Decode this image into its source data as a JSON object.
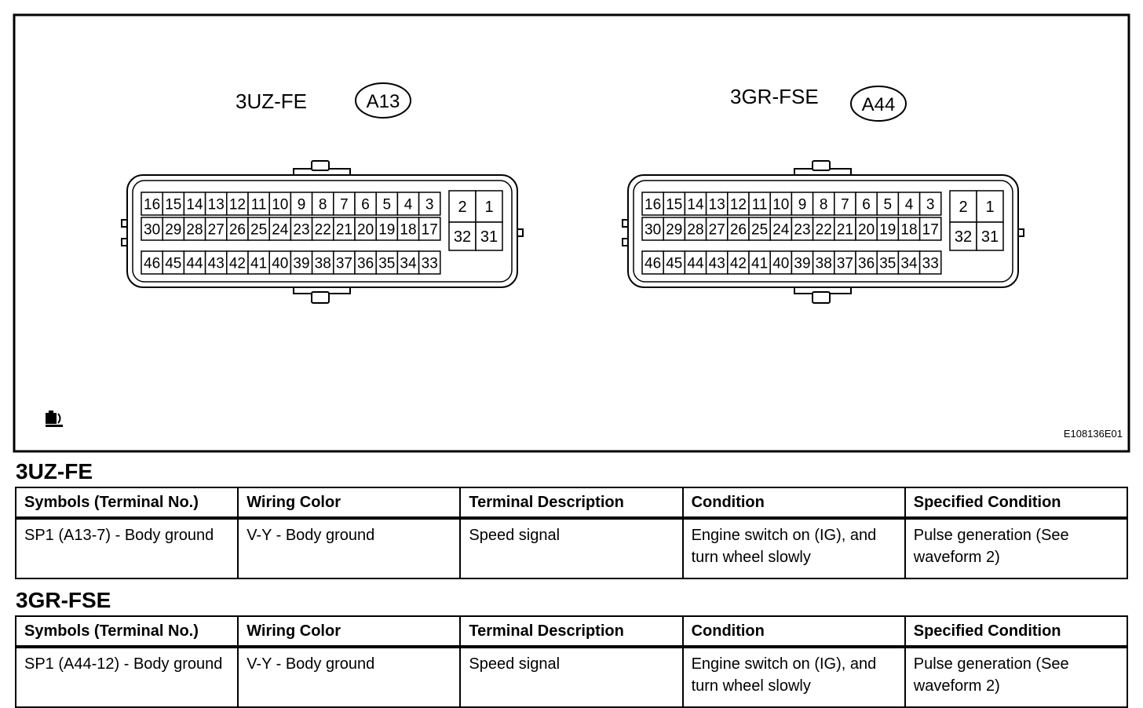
{
  "diagram": {
    "connectors": [
      {
        "engine": "3UZ-FE",
        "connector_id": "A13",
        "top_row": [
          "16",
          "15",
          "14",
          "13",
          "12",
          "11",
          "10",
          "9",
          "8",
          "7",
          "6",
          "5",
          "4",
          "3"
        ],
        "middle_row": [
          "30",
          "29",
          "28",
          "27",
          "26",
          "25",
          "24",
          "23",
          "22",
          "21",
          "20",
          "19",
          "18",
          "17"
        ],
        "bottom_row": [
          "46",
          "45",
          "44",
          "43",
          "42",
          "41",
          "40",
          "39",
          "38",
          "37",
          "36",
          "35",
          "34",
          "33"
        ],
        "side_top": [
          "2",
          "1"
        ],
        "side_bottom": [
          "32",
          "31"
        ]
      },
      {
        "engine": "3GR-FSE",
        "connector_id": "A44",
        "top_row": [
          "16",
          "15",
          "14",
          "13",
          "12",
          "11",
          "10",
          "9",
          "8",
          "7",
          "6",
          "5",
          "4",
          "3"
        ],
        "middle_row": [
          "30",
          "29",
          "28",
          "27",
          "26",
          "25",
          "24",
          "23",
          "22",
          "21",
          "20",
          "19",
          "18",
          "17"
        ],
        "bottom_row": [
          "46",
          "45",
          "44",
          "43",
          "42",
          "41",
          "40",
          "39",
          "38",
          "37",
          "36",
          "35",
          "34",
          "33"
        ],
        "side_top": [
          "2",
          "1"
        ],
        "side_bottom": [
          "32",
          "31"
        ]
      }
    ],
    "figure_code": "E108136E01",
    "icon": "harness-side-icon"
  },
  "sections": [
    {
      "title": "3UZ-FE",
      "headers": [
        "Symbols (Terminal No.)",
        "Wiring Color",
        "Terminal Description",
        "Condition",
        "Specified Condition"
      ],
      "rows": [
        [
          "SP1 (A13-7) - Body ground",
          "V-Y - Body ground",
          "Speed signal",
          "Engine switch on (IG), and turn wheel slowly",
          "Pulse generation (See waveform 2)"
        ]
      ]
    },
    {
      "title": "3GR-FSE",
      "headers": [
        "Symbols (Terminal No.)",
        "Wiring Color",
        "Terminal Description",
        "Condition",
        "Specified Condition"
      ],
      "rows": [
        [
          "SP1 (A44-12) - Body ground",
          "V-Y - Body ground",
          "Speed signal",
          "Engine switch on (IG), and turn wheel slowly",
          "Pulse generation (See waveform 2)"
        ]
      ]
    }
  ]
}
